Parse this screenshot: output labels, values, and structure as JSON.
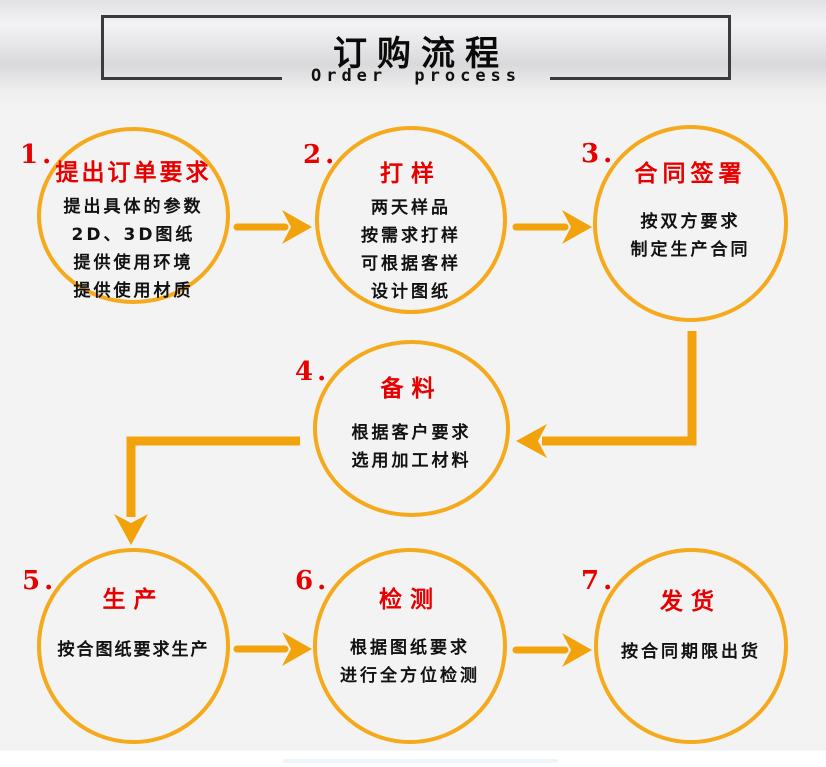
{
  "header": {
    "title": "订购流程",
    "subtitle": "Order process"
  },
  "steps": [
    {
      "number": "1.",
      "title": "提出订单要求",
      "lines": [
        "提出具体的参数",
        "2D、3D图纸",
        "提供使用环境",
        "提供使用材质"
      ]
    },
    {
      "number": "2.",
      "title": "打样",
      "lines": [
        "两天样品",
        "按需求打样",
        "可根据客样",
        "设计图纸"
      ]
    },
    {
      "number": "3.",
      "title": "合同签署",
      "lines": [
        "按双方要求",
        "制定生产合同"
      ]
    },
    {
      "number": "4.",
      "title": "备料",
      "lines": [
        "根据客户要求",
        "选用加工材料"
      ]
    },
    {
      "number": "5.",
      "title": "生产",
      "lines": [
        "按合图纸要求生产"
      ]
    },
    {
      "number": "6.",
      "title": "检测",
      "lines": [
        "根据图纸要求",
        "进行全方位检测"
      ]
    },
    {
      "number": "7.",
      "title": "发货",
      "lines": [
        "按合同期限出货"
      ]
    }
  ],
  "colors": {
    "circle_border": "#f5a91c",
    "arrow": "#f2a30c",
    "step_red": "#e60000",
    "header_border": "#3b3b3d",
    "body_text": "#121212"
  }
}
